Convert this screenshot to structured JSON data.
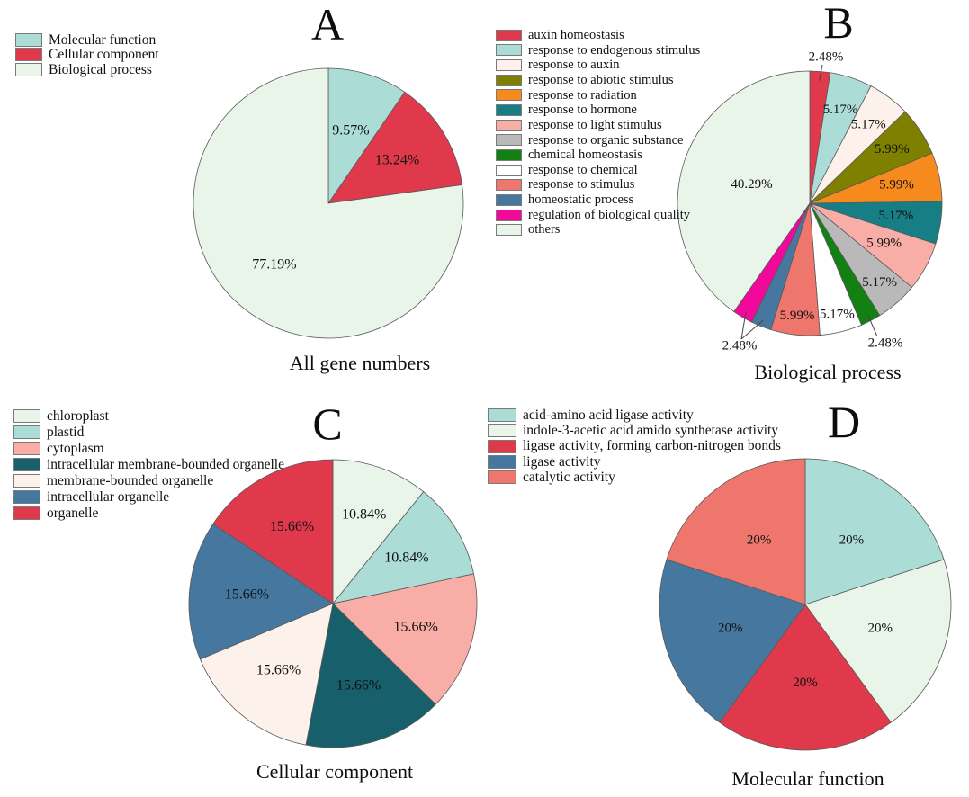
{
  "chart_data": [
    {
      "type": "pie",
      "panel_letter": "A",
      "title": "All gene numbers",
      "legend_position": "top-left",
      "start_angle": "12-oclock",
      "direction": "clockwise",
      "slices": [
        {
          "label": "Molecular function",
          "value": 9.57,
          "display": "9.57%",
          "color": "#ACDCD6"
        },
        {
          "label": "Cellular component",
          "value": 13.24,
          "display": "13.24%",
          "color": "#E0394C"
        },
        {
          "label": "Biological process",
          "value": 77.19,
          "display": "77.19%",
          "color": "#EAF5E9"
        }
      ]
    },
    {
      "type": "pie",
      "panel_letter": "B",
      "title": "Biological process",
      "legend_position": "top-left",
      "start_angle": "12-oclock",
      "direction": "clockwise",
      "slices": [
        {
          "label": "auxin homeostasis",
          "value": 2.48,
          "display": "2.48%",
          "color": "#E0394C"
        },
        {
          "label": "response to endogenous stimulus",
          "value": 5.17,
          "display": "5.17%",
          "color": "#ACDCD6"
        },
        {
          "label": "response to auxin",
          "value": 5.17,
          "display": "5.17%",
          "color": "#FDF1EC"
        },
        {
          "label": "response to abiotic stimulus",
          "value": 5.99,
          "display": "5.99%",
          "color": "#7F7F00"
        },
        {
          "label": "response to radiation",
          "value": 5.99,
          "display": "5.99%",
          "color": "#F78A1D"
        },
        {
          "label": "response to hormone",
          "value": 5.17,
          "display": "5.17%",
          "color": "#177E86"
        },
        {
          "label": "response to light stimulus",
          "value": 5.99,
          "display": "5.99%",
          "color": "#F9ADA7"
        },
        {
          "label": "response to organic substance",
          "value": 5.17,
          "display": "5.17%",
          "color": "#B9B9B9"
        },
        {
          "label": "chemical homeostasis",
          "value": 2.48,
          "display": "2.48%",
          "color": "#128012"
        },
        {
          "label": "response to chemical",
          "value": 5.17,
          "display": "5.17%",
          "color": "#FFFFFF"
        },
        {
          "label": "response to stimulus",
          "value": 5.99,
          "display": "5.99%",
          "color": "#EF766C"
        },
        {
          "label": "homeostatic process",
          "value": 2.48,
          "display": "2.48%",
          "color": "#46789F"
        },
        {
          "label": "regulation of biological quality",
          "value": 2.48,
          "display": "2.48%",
          "color": "#F2089A"
        },
        {
          "label": "others",
          "value": 40.29,
          "display": "40.29%",
          "color": "#EAF5E9"
        }
      ]
    },
    {
      "type": "pie",
      "panel_letter": "C",
      "title": "Cellular component",
      "legend_position": "top-left",
      "start_angle": "12-oclock",
      "direction": "clockwise",
      "slices": [
        {
          "label": "chloroplast",
          "value": 10.84,
          "display": "10.84%",
          "color": "#EAF5E9"
        },
        {
          "label": "plastid",
          "value": 10.84,
          "display": "10.84%",
          "color": "#ACDCD6"
        },
        {
          "label": "cytoplasm",
          "value": 15.66,
          "display": "15.66%",
          "color": "#F9ADA7"
        },
        {
          "label": "intracellular membrane-bounded organelle",
          "value": 15.66,
          "display": "15.66%",
          "color": "#175F6B"
        },
        {
          "label": "membrane-bounded organelle",
          "value": 15.66,
          "display": "15.66%",
          "color": "#FDF1EC"
        },
        {
          "label": "intracellular organelle",
          "value": 15.66,
          "display": "15.66%",
          "color": "#46789F"
        },
        {
          "label": "organelle",
          "value": 15.66,
          "display": "15.66%",
          "color": "#E0394C"
        }
      ]
    },
    {
      "type": "pie",
      "panel_letter": "D",
      "title": "Molecular function",
      "legend_position": "top-left",
      "start_angle": "12-oclock",
      "direction": "clockwise",
      "slices": [
        {
          "label": "acid-amino acid ligase activity",
          "value": 20,
          "display": "20%",
          "color": "#ACDCD6"
        },
        {
          "label": "indole-3-acetic acid amido synthetase activity",
          "value": 20,
          "display": "20%",
          "color": "#EAF5E9"
        },
        {
          "label": "ligase activity, forming carbon-nitrogen bonds",
          "value": 20,
          "display": "20%",
          "color": "#E0394C"
        },
        {
          "label": "ligase activity",
          "value": 20,
          "display": "20%",
          "color": "#46789F"
        },
        {
          "label": "catalytic activity",
          "value": 20,
          "display": "20%",
          "color": "#EF766C"
        }
      ]
    }
  ]
}
